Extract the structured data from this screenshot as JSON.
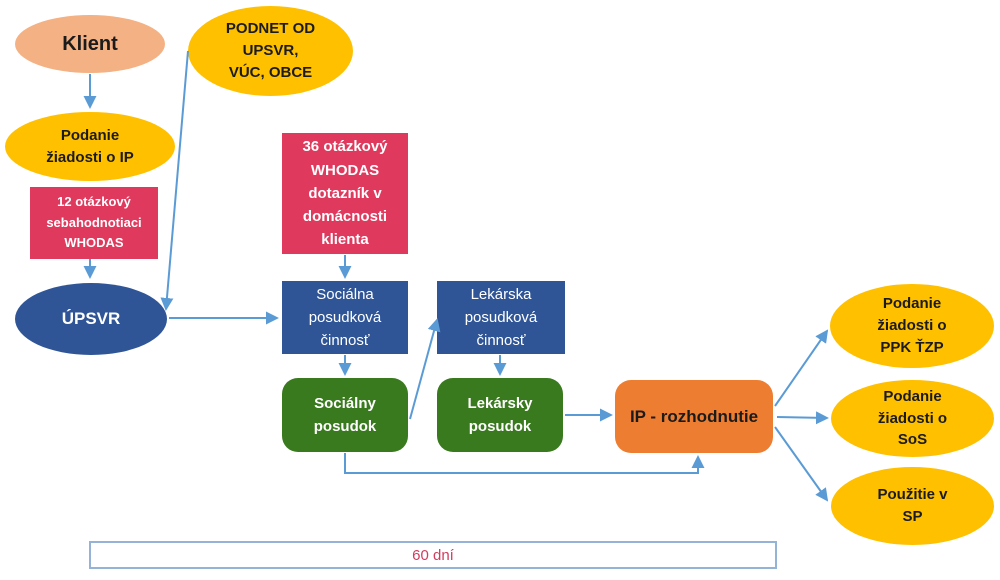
{
  "colors": {
    "peach": "#F4B183",
    "gold": "#FFC000",
    "crimson": "#DF3A5E",
    "dark_blue": "#2F5597",
    "green": "#3A7A1E",
    "orange": "#ED7D31",
    "arrow_blue": "#5B9BD5",
    "timeline_border": "#95B3D7",
    "timeline_text": "#D13C5F"
  },
  "nodes": {
    "klient": {
      "label": "Klient",
      "shape": "ellipse"
    },
    "podanie_ip": {
      "label": "Podanie\nžiadosti o IP",
      "shape": "ellipse"
    },
    "whodas12": {
      "label": "12 otázkový\nsebahodnotiaci\nWHODAS",
      "shape": "rect"
    },
    "podnet": {
      "label": "PODNET OD\nUPSVR,\nVÚC, OBCE",
      "shape": "ellipse"
    },
    "upsvr": {
      "label": "ÚPSVR",
      "shape": "ellipse"
    },
    "whodas36": {
      "label": "36 otázkový\nWHODAS\ndotazník v\ndomácnosti\nklienta",
      "shape": "rect"
    },
    "socialna_cinnost": {
      "label": "Sociálna\nposudková\nčinnosť",
      "shape": "rect"
    },
    "lekarska_cinnost": {
      "label": "Lekárska\nposudková\nčinnosť",
      "shape": "rect"
    },
    "socialny_posudok": {
      "label": "Sociálny\nposudok",
      "shape": "rounded-rect"
    },
    "lekarsky_posudok": {
      "label": "Lekársky\nposudok",
      "shape": "rounded-rect"
    },
    "ip_rozhodnutie": {
      "label": "IP - rozhodnutie",
      "shape": "rounded-rect"
    },
    "podanie_ppk": {
      "label": "Podanie\nžiadosti o\nPPK ŤZP",
      "shape": "ellipse"
    },
    "podanie_sos": {
      "label": "Podanie\nžiadosti o\nSoS",
      "shape": "ellipse"
    },
    "pouzitie_sp": {
      "label": "Použitie v\nSP",
      "shape": "ellipse"
    }
  },
  "timeline": {
    "label": "60 dní"
  }
}
